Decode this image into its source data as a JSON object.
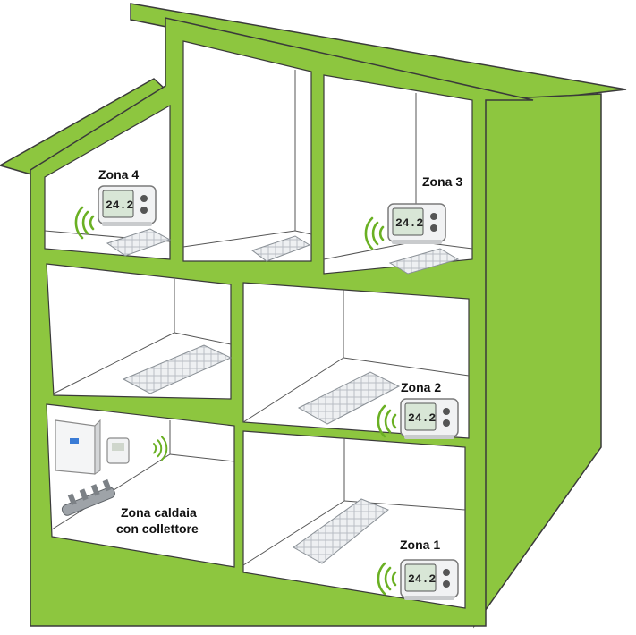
{
  "zones": [
    {
      "id": "zona-4",
      "label": "Zona 4"
    },
    {
      "id": "zona-3",
      "label": "Zona 3"
    },
    {
      "id": "zona-2",
      "label": "Zona 2"
    },
    {
      "id": "zona-1",
      "label": "Zona 1"
    },
    {
      "id": "zona-caldaia",
      "label_line1": "Zona caldaia",
      "label_line2": "con collettore"
    }
  ],
  "thermostat_display": "24.2",
  "colors": {
    "house_green": "#8dc63f",
    "outline": "#3a3a3a",
    "wifi_green": "#6ab023"
  },
  "icons": [
    "thermostat-icon",
    "wifi-signal-icon",
    "underfloor-heating-panel-icon",
    "boiler-icon",
    "manifold-icon",
    "receiver-icon"
  ]
}
